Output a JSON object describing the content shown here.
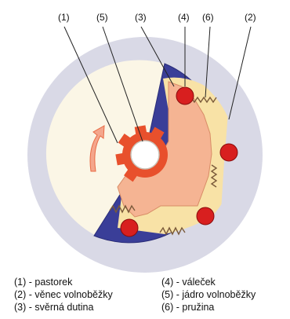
{
  "callouts": [
    "(1)",
    "(5)",
    "(3)",
    "(4)",
    "(6)",
    "(2)"
  ],
  "legend": {
    "left": [
      "(1) - pastorek",
      "(2) - věnec volnoběžky",
      "(3) - svěrná dutina"
    ],
    "right": [
      "(4) - váleček",
      "(5) - jádro volnoběžky",
      "(6) - pružina"
    ]
  },
  "colors": {
    "outer_ring": "#d9d9e6",
    "housing": "#3a3e98",
    "core": "#f5b493",
    "pinion": "#e8502c",
    "roller": "#d81f1f",
    "cavity": "#f8e2a6",
    "open_sector": "#fbf6e6"
  }
}
